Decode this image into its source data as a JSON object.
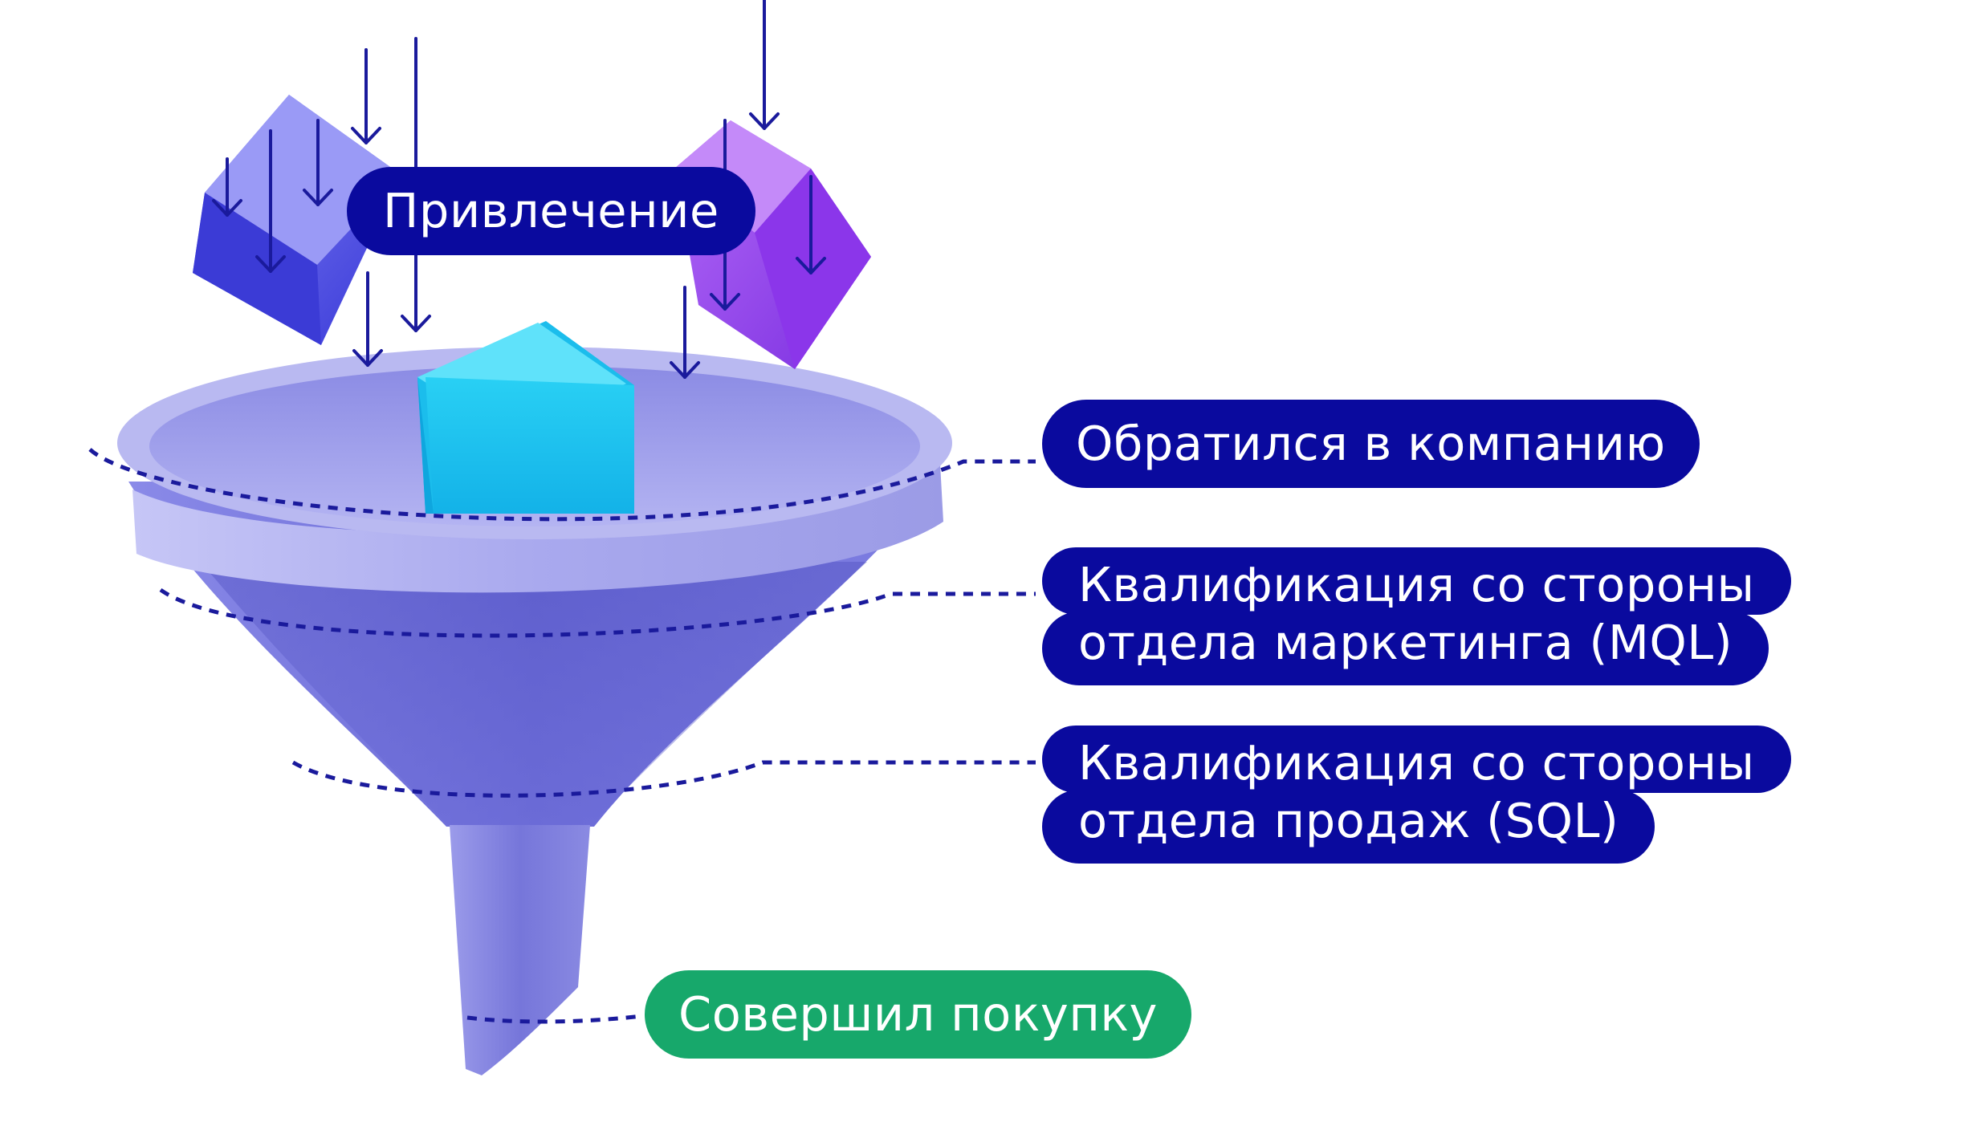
{
  "colors": {
    "label_blue": "#0a0a9e",
    "label_green": "#17a86b",
    "funnel": "#8080df",
    "cube_blue": "#4a4ae6",
    "cube_purple": "#9b3ff0",
    "cube_cyan": "#1cc6f0",
    "arrow": "#1a1a9c",
    "dotted_line": "#1a1a9c"
  },
  "stages": {
    "attraction": "Привлечение",
    "contacted": "Обратился в компанию",
    "mql": {
      "line1": "Квалификация со стороны",
      "line2": "отдела маркетинга (MQL)"
    },
    "sql": {
      "line1": "Квалификация со стороны",
      "line2": "отдела продаж (SQL)"
    },
    "purchase": "Совершил покупку"
  }
}
